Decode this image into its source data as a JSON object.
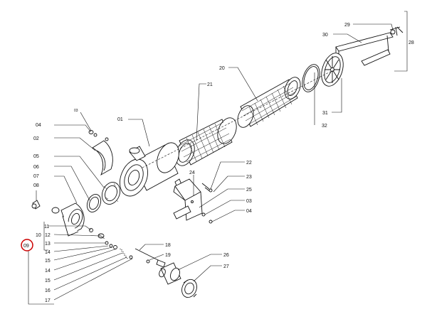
{
  "labels": {
    "l03a": "03",
    "l04a": "04",
    "l02": "02",
    "l05": "05",
    "l06": "06",
    "l07": "07",
    "l08": "08",
    "l01": "01",
    "l21": "21",
    "l20": "20",
    "l29": "29",
    "l30": "30",
    "l28": "28",
    "l31": "31",
    "l32": "32",
    "l22": "22",
    "l23": "23",
    "l24": "24",
    "l25": "25",
    "l03b": "03",
    "l04b": "04",
    "l09": "09",
    "l10": "10",
    "l11": "11",
    "l12": "12",
    "l13": "13",
    "l14": "14",
    "l15": "15",
    "l16": "16",
    "l17": "17",
    "l18": "18",
    "l19": "19",
    "l26": "26",
    "l27": "27"
  },
  "colors": {
    "line": "#111111",
    "highlight": "#cc0000",
    "background": "#ffffff"
  }
}
